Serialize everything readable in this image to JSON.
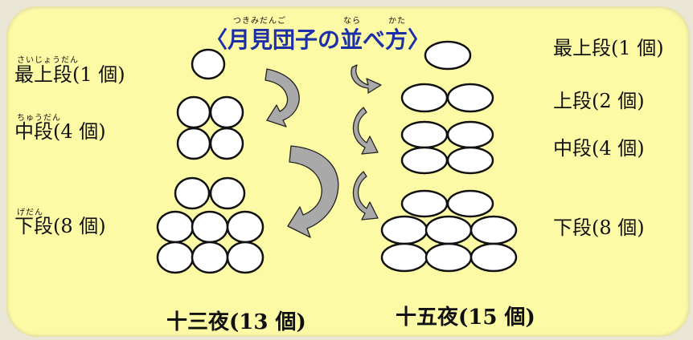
{
  "title": "〈月見団子の並べ方〉",
  "title_ruby": [
    {
      "text": "つきみだんご"
    },
    {
      "text": "なら"
    },
    {
      "text": "かた"
    }
  ],
  "left_labels": [
    {
      "name": "top",
      "ruby": "さいじょうだん",
      "text": "最上段(1 個)"
    },
    {
      "name": "middle",
      "ruby": "ちゅうだん",
      "text": "中段(4 個)"
    },
    {
      "name": "bottom",
      "ruby": "げだん",
      "text": "下段(8 個)"
    }
  ],
  "right_labels": [
    {
      "name": "top",
      "text": "最上段(1 個)"
    },
    {
      "name": "upper",
      "text": "上段(2 個)"
    },
    {
      "name": "middle",
      "text": "中段(4 個)"
    },
    {
      "name": "bottom",
      "text": "下段(8 個)"
    }
  ],
  "stacks": [
    {
      "label": "十三夜(13 個)",
      "tiers": [
        1,
        4,
        8
      ]
    },
    {
      "label": "十五夜(15 個)",
      "tiers": [
        1,
        2,
        4,
        8
      ]
    }
  ],
  "colors": {
    "panel": "#fdfaa6",
    "title": "#1c2fa8",
    "dango_fill": "#ffffff",
    "dango_stroke": "#111111",
    "arrow": "#a9a9a9"
  }
}
